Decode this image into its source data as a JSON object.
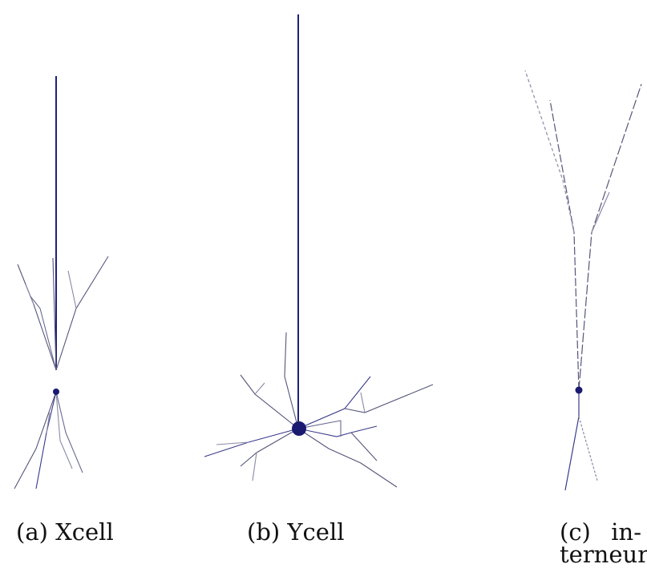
{
  "colors": {
    "dendrite": "#3a3a8c",
    "axon": "#1f1f7a",
    "soma": "#1a1a70",
    "light_branch": "#8a8aa6"
  },
  "panels": [
    {
      "id": "a",
      "caption": "(a) Xcell"
    },
    {
      "id": "b",
      "caption": "(b) Ycell"
    },
    {
      "id": "c",
      "caption_line1": "(c)      in-",
      "caption_line2": "terneuron"
    }
  ]
}
